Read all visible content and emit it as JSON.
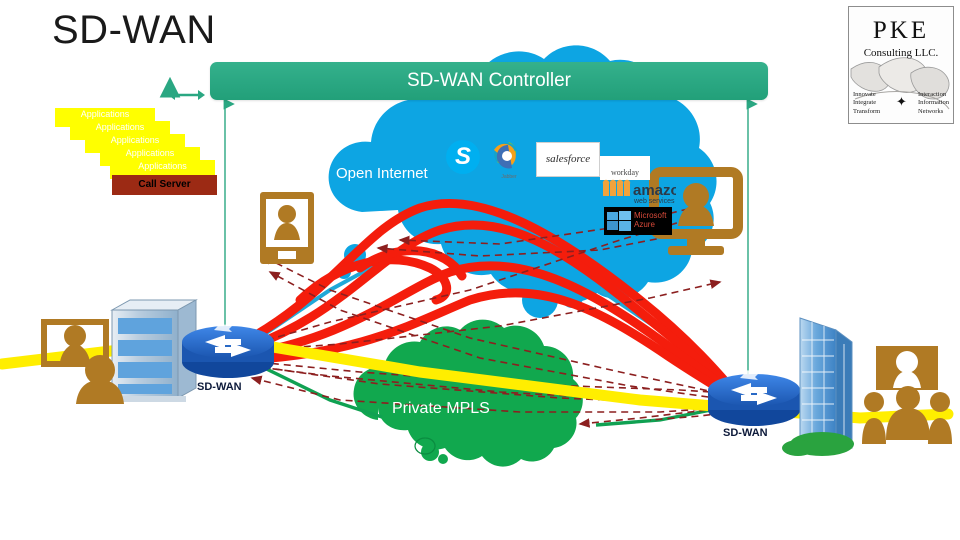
{
  "slide": {
    "title": "SD-WAN"
  },
  "controller": {
    "label": "SD-WAN Controller",
    "color": "#2aa782"
  },
  "applications": {
    "boxes": [
      {
        "label": "Applications"
      },
      {
        "label": "Applications"
      },
      {
        "label": "Applications"
      },
      {
        "label": "Applications"
      },
      {
        "label": "Applications"
      }
    ],
    "call_server": "Call Server",
    "box_color": "#ffff00",
    "call_server_color": "#9c2a14"
  },
  "clouds": [
    {
      "name": "open-internet",
      "label": "Open Internet",
      "color": "#0da5e3"
    },
    {
      "name": "private-mpls",
      "label": "Private MPLS",
      "color": "#11a84e"
    }
  ],
  "routers": [
    {
      "name": "sd-wan-router-left",
      "label": "SD-WAN",
      "color": "#1f63c4"
    },
    {
      "name": "sd-wan-router-right",
      "label": "SD-WAN",
      "color": "#1f63c4"
    }
  ],
  "cloud_apps": [
    {
      "name": "skype",
      "glyph": "S",
      "color": "#00aff0"
    },
    {
      "name": "cisco-jabber",
      "caption": "Jabber"
    },
    {
      "name": "salesforce",
      "wordmark": "salesforce"
    },
    {
      "name": "workday",
      "wordmark": "workday"
    },
    {
      "name": "amazon-web-services",
      "wordmark": "amazon",
      "subtext": "web services"
    },
    {
      "name": "microsoft-azure",
      "wordmark": "Microsoft",
      "subtext": "Azure"
    }
  ],
  "endpoints": [
    {
      "name": "video-endpoint-left",
      "type": "room-system"
    },
    {
      "name": "datacenter-building-left",
      "type": "building"
    },
    {
      "name": "mobile-device",
      "type": "tablet-user"
    },
    {
      "name": "desktop-user",
      "type": "monitor-user"
    },
    {
      "name": "office-tower-right",
      "type": "building"
    },
    {
      "name": "conference-room-right",
      "type": "room-system"
    }
  ],
  "links": {
    "overlay_tunnel_color": "#f41d0c",
    "signaling_color": "#8c1f1f",
    "internet_link_color": "#1fa8d8",
    "mpls_link_color": "#10a152",
    "media_path_color": "#ffee00",
    "controller_link_color": "#2aa782"
  },
  "logo": {
    "brand": "PKE",
    "subtitle": "Consulting LLC.",
    "taglines_left": [
      "Innovate",
      "Integrate",
      "Transform"
    ],
    "taglines_right": [
      "Interaction",
      "Information",
      "Networks"
    ]
  }
}
